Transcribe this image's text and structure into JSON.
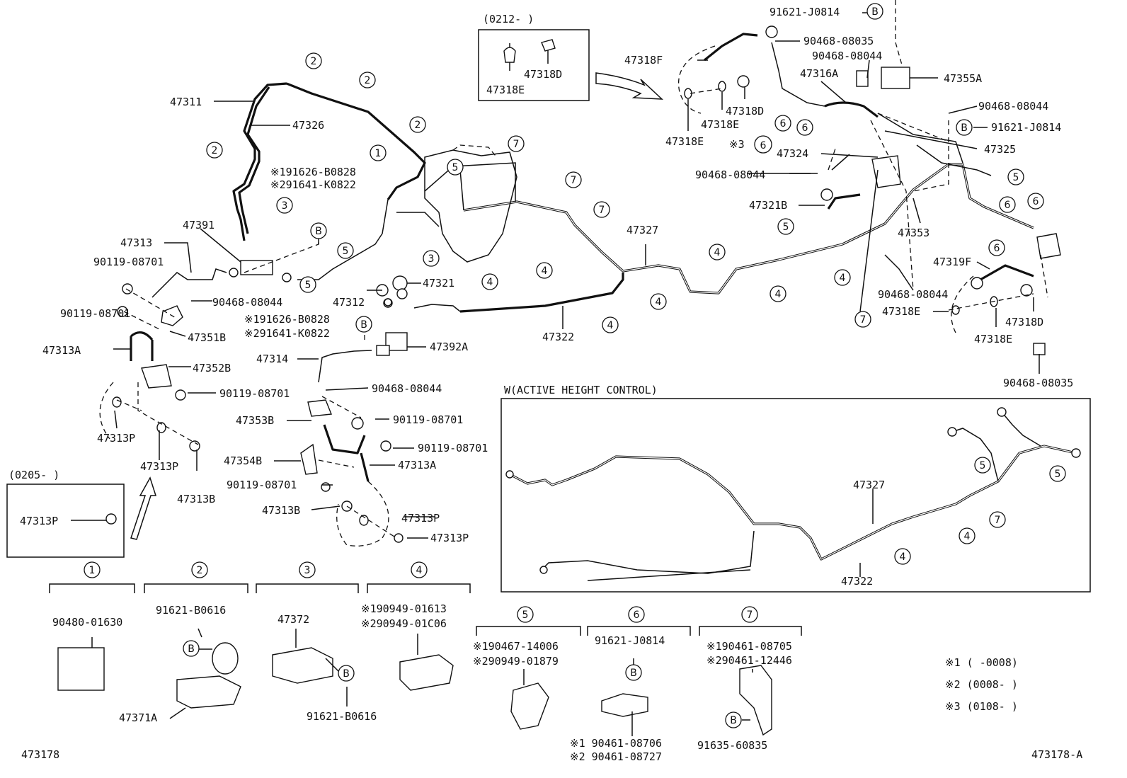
{
  "labels": {
    "l47311": "47311",
    "l47326": "47326",
    "l47391": "47391",
    "l47313": "47313",
    "l90119_a": "90119-08701",
    "l90119_b": "90119-08701",
    "l90468_a": "90468-08044",
    "l47351B": "47351B",
    "l47313A_left": "47313A",
    "l47352B": "47352B",
    "l90119_c": "90119-08701",
    "l47313P_a": "47313P",
    "l47313P_b": "47313P",
    "l47313B_a": "47313B",
    "l0205": "(0205-     )",
    "l47313P_box": "47313P",
    "n1_91626": "※191626-B0828",
    "n2_91641": "※291641-K0822",
    "n1_91626b": "※191626-B0828",
    "n2_91641b": "※291641-K0822",
    "l47312": "47312",
    "l47321": "47321",
    "l47392A": "47392A",
    "l47314": "47314",
    "l90468_b": "90468-08044",
    "l47353B": "47353B",
    "l90119_d": "90119-08701",
    "l47354B": "47354B",
    "l90119_e": "90119-08701",
    "l47313A_mid": "47313A",
    "l90119_f": "90119-08701",
    "l47313B_b": "47313B",
    "l47313P_c": "47313P",
    "l47313P_d": "47313P",
    "l47322": "47322",
    "l47327": "47327",
    "l0212": "(0212-      )",
    "l47318D_box": "47318D",
    "l47318E_box": "47318E",
    "l91621_top": "91621-J0814",
    "l90468_08035_top": "90468-08035",
    "l90468_c": "90468-08044",
    "l47318F": "47318F",
    "l47316A": "47316A",
    "l47355A": "47355A",
    "l47318D_a": "47318D",
    "l47318E_a": "47318E",
    "l47318E_b": "47318E",
    "l90468_d": "90468-08044",
    "l91621_b": "91621-J0814",
    "n3_6": "※3",
    "l47324": "47324",
    "l47325": "47325",
    "l90468_e": "90468-08044",
    "l47321B": "47321B",
    "l47353": "47353",
    "l47319F": "47319F",
    "l90468_f": "90468-08044",
    "l47318E_c": "47318E",
    "l47318D_b": "47318D",
    "l47318E_d": "47318E",
    "l90468_08035_b": "90468-08035",
    "w_title": "W(ACTIVE HEIGHT CONTROL)",
    "w_47327": "47327",
    "w_47322": "47322",
    "k1_part": "90480-01630",
    "k2_part": "91621-B0616",
    "k2_sub": "47371A",
    "k3_part": "47372",
    "k3_sub": "91621-B0616",
    "k4_p1": "※190949-01613",
    "k4_p2": "※290949-01C06",
    "k5_p1": "※190467-14006",
    "k5_p2": "※290949-01879",
    "k6_part": "91621-J0814",
    "k6_s1": "※1 90461-08706",
    "k6_s2": "※2 90461-08727",
    "k7_p1": "※190461-08705",
    "k7_p2": "※290461-12446",
    "k7_sub": "91635-60835",
    "note1": "※1 (       -0008)",
    "note2": "※2 (0008-       )",
    "note3": "※3 (0108-       )",
    "fig_left": "473178",
    "fig_right": "473178-A"
  },
  "callouts": [
    "1",
    "2",
    "3",
    "4",
    "5",
    "6",
    "7",
    "B"
  ],
  "key_headers": [
    "1",
    "2",
    "3",
    "4",
    "5",
    "6",
    "7"
  ]
}
